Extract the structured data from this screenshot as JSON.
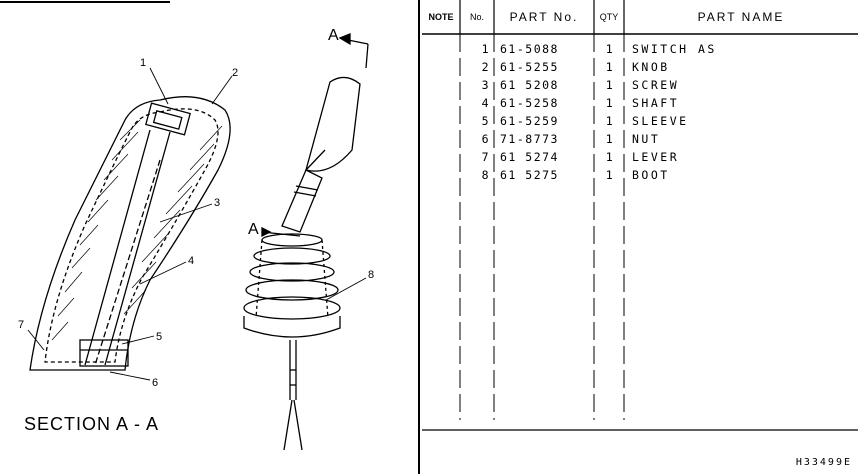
{
  "table": {
    "headers": {
      "note": "NOTE",
      "no": "No.",
      "part_no": "PART No.",
      "qty": "QTY",
      "part_name": "PART NAME"
    },
    "rows": [
      {
        "no": "1",
        "part_no": "61-5088",
        "qty": "1",
        "name": "SWITCH AS"
      },
      {
        "no": "2",
        "part_no": "61-5255",
        "qty": "1",
        "name": "KNOB"
      },
      {
        "no": "3",
        "part_no": "61 5208",
        "qty": "1",
        "name": "SCREW"
      },
      {
        "no": "4",
        "part_no": "61-5258",
        "qty": "1",
        "name": "SHAFT"
      },
      {
        "no": "5",
        "part_no": "61-5259",
        "qty": "1",
        "name": "SLEEVE"
      },
      {
        "no": "6",
        "part_no": "71-8773",
        "qty": "1",
        "name": "NUT"
      },
      {
        "no": "7",
        "part_no": "61 5274",
        "qty": "1",
        "name": "LEVER"
      },
      {
        "no": "8",
        "part_no": "61 5275",
        "qty": "1",
        "name": "BOOT"
      }
    ]
  },
  "drawing": {
    "callouts": [
      "1",
      "2",
      "3",
      "4",
      "5",
      "6",
      "7",
      "8"
    ],
    "section_marker": "A",
    "section_label": "SECTION A - A"
  },
  "diagram_code": "H33499E"
}
